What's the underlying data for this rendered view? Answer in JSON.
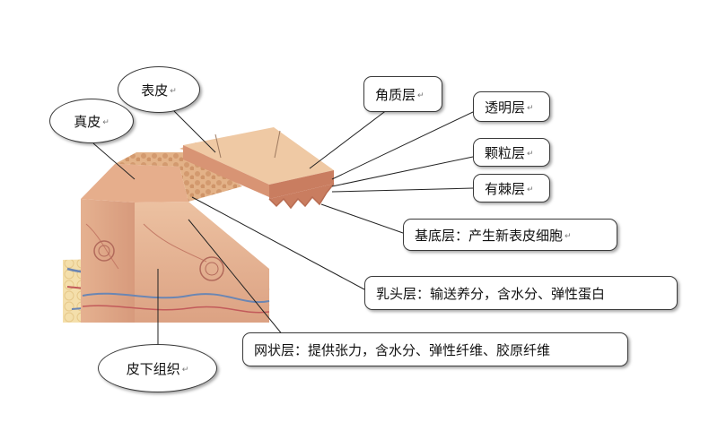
{
  "diagram": {
    "mark": "↵",
    "labels": {
      "epidermis": "表皮",
      "dermis": "真皮",
      "subcutaneous": "皮下组织",
      "stratum_corneum": "角质层",
      "stratum_lucidum": "透明层",
      "stratum_granulosum": "颗粒层",
      "stratum_spinosum": "有棘层",
      "stratum_basale": "基底层：产生新表皮细胞",
      "papillary_layer": "乳头层：输送养分，含水分、弹性蛋白",
      "reticular_layer": "网状层：提供张力，含水分、弹性纤维、胶原纤维"
    },
    "colors": {
      "dermis": "#e8b898",
      "epidermis_top": "#efc9a4",
      "epidermis_cut": "#d89474",
      "fat": "#f3dca4",
      "vessel_blue": "#6b86b3",
      "vessel_red": "#c25a5a",
      "callout_border": "#3a3a3a",
      "leader_line": "#222222"
    }
  }
}
